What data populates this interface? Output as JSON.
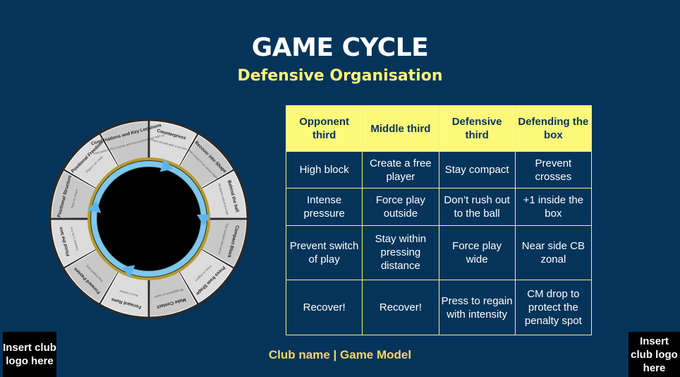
{
  "title": "GAME CYCLE",
  "subtitle": "Defensive Organisation",
  "wheel": {
    "segments": [
      {
        "title": "Counterpress",
        "text": "Chase the ball after a turnover"
      },
      {
        "title": "Recover into Shape",
        "text": "Get compact if we cannot regain"
      },
      {
        "title": "Behind the ball",
        "text": "All players behind the ball"
      },
      {
        "title": "Compact Block",
        "text": "Stay compact and narrow"
      },
      {
        "title": "Press from Shape",
        "text": "Press on triggers"
      },
      {
        "title": "Make Contact",
        "text": "Be aggressive to regain"
      },
      {
        "title": "Forward Runs",
        "text": "Runs in behind"
      },
      {
        "title": "Forward Passes",
        "text": "Play forward early"
      },
      {
        "title": "Flood the box",
        "text": "Numbers in the box"
      },
      {
        "title": "Positional Structure",
        "text": "Keep our shape"
      },
      {
        "title": "Positional Freedom",
        "text": "Players can rotate"
      },
      {
        "title": "Combinations and Key Locations",
        "text": "Fast passes, PCA crosses and shot locations from high up"
      }
    ]
  },
  "table": {
    "headers": [
      "Opponent third",
      "Middle third",
      "Defensive third",
      "Defending the box"
    ],
    "rows": [
      [
        "High block",
        "Create a free player",
        "Stay compact",
        "Prevent crosses"
      ],
      [
        "Intense pressure",
        "Force play outside",
        "Don’t rush out to the ball",
        "+1 inside the box"
      ],
      [
        "Prevent switch of play",
        "Stay within pressing distance",
        "Force play wide",
        "Near side CB zonal"
      ],
      [
        "Recover!",
        "Recover!",
        "Press to regain with intensity",
        "CM drop to protect the penalty spot"
      ]
    ]
  },
  "footer": "Club name | Game Model",
  "logo_left": "Insert club logo here",
  "logo_right": "Insert club logo here",
  "colors": {
    "background": "#04345a",
    "accent_yellow": "#fff97b",
    "footer_gold": "#f7d56a",
    "arrow_blue": "#7ec8ee"
  }
}
